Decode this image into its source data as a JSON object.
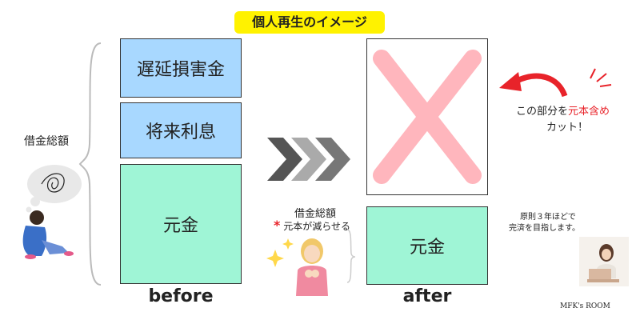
{
  "title": "個人再生のイメージ",
  "left_label": "借金総額",
  "before": {
    "late_fee": "遅延損害金",
    "future_interest": "将来利息",
    "principal": "元金",
    "caption": "before"
  },
  "after": {
    "principal": "元金",
    "caption": "after"
  },
  "middle_note": {
    "line1": "借金総額",
    "asterisk": "*",
    "line2": "元本が減らせる"
  },
  "cut_note": {
    "line1_prefix": "この部分を",
    "line1_highlight": "元本含め",
    "line2": "カット！"
  },
  "plan_note": {
    "line1": "原則３年ほどで",
    "line2": "完済を目指します。"
  },
  "credit": "MFK's ROOM",
  "colors": {
    "accent_yellow": "#fff200",
    "blue": "#a8d8ff",
    "green": "#9ff5d6",
    "cross_pink": "#ffb6bd",
    "red": "#e8232a"
  }
}
